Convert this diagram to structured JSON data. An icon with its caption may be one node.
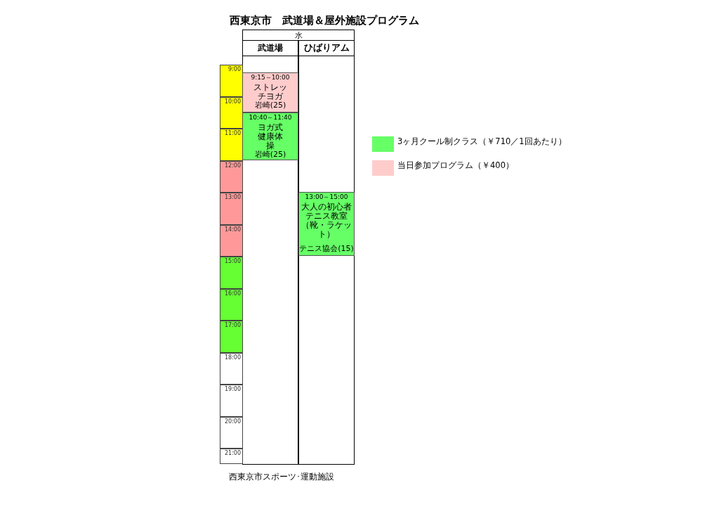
{
  "diagram": {
    "title": "西東京市　武道場＆屋外施設プログラム",
    "nodes": [
      {
        "text": [
          "水"
        ]
      },
      {
        "text": [
          "武道場"
        ]
      },
      {
        "text": [
          "ひばりアム"
        ]
      },
      {
        "text": [
          "9:00"
        ]
      },
      {
        "text": [
          "10:00"
        ]
      },
      {
        "text": [
          "11:00"
        ]
      },
      {
        "text": [
          "12:00"
        ]
      },
      {
        "text": [
          "13:00"
        ]
      },
      {
        "text": [
          "14:00"
        ]
      },
      {
        "text": [
          "15:00"
        ]
      },
      {
        "text": [
          "16:00"
        ]
      },
      {
        "text": [
          "17:00"
        ]
      },
      {
        "text": [
          "18:00"
        ]
      },
      {
        "text": [
          "19:00"
        ]
      },
      {
        "text": [
          "20:00"
        ]
      },
      {
        "text": [
          "21:00"
        ]
      },
      {
        "text": [
          "9:15～10:00",
          "ストレッチヨガ",
          "岩崎(25)"
        ]
      },
      {
        "text": [
          "10:40～11:40",
          "ヨガ式健康体操",
          "岩崎(25)"
        ]
      },
      {
        "text": [
          "13:00～15:00",
          "大人の初心者テニス教室（靴・ラケット）",
          "テニス協会(15)"
        ]
      }
    ],
    "labels": [
      "西東京市スポーツ･運動施設"
    ],
    "legend": [
      {
        "text": "3ヶ月クール制クラス（￥710／1回あたり）",
        "color": "#66ff66"
      },
      {
        "text": "当日参加プログラム（￥400）",
        "color": "#ffcccc"
      }
    ]
  }
}
